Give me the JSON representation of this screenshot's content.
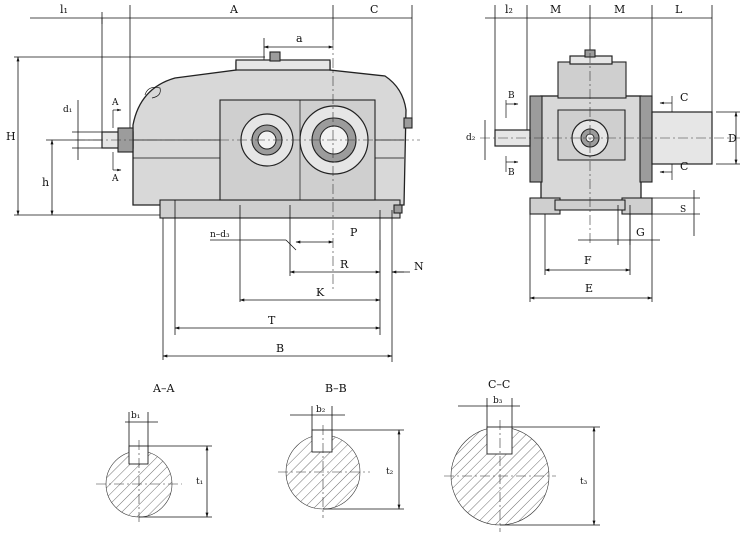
{
  "front_view": {
    "labels": {
      "l1": "l₁",
      "A": "A",
      "C": "C",
      "a": "a",
      "H": "H",
      "h": "h",
      "d1": "d₁",
      "sec_A_top": "A",
      "sec_A_bottom": "A",
      "n_d3": "n–d₃",
      "P": "P",
      "R": "R",
      "N": "N",
      "K": "K",
      "T": "T",
      "B": "B"
    }
  },
  "side_view": {
    "labels": {
      "l2": "l₂",
      "M_left": "M",
      "M_right": "M",
      "L": "L",
      "sec_B_top": "B",
      "sec_B_bottom": "B",
      "sec_C_top": "C",
      "sec_C_bottom": "C",
      "d2": "d₂",
      "D": "D",
      "S": "S",
      "G": "G",
      "F": "F",
      "E": "E"
    }
  },
  "sections": [
    {
      "title": "A–A",
      "key_label": "b₁",
      "depth_label": "t₁"
    },
    {
      "title": "B–B",
      "key_label": "b₂",
      "depth_label": "t₂"
    },
    {
      "title": "C–C",
      "key_label": "b₃",
      "depth_label": "t₃"
    }
  ]
}
